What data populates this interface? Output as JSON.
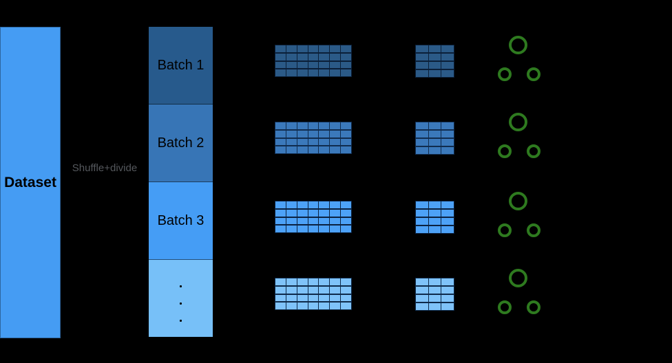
{
  "colors": {
    "background": "#000000",
    "dataset_fill": "#459cf3",
    "label_text": "#000000",
    "shuffle_text": "#55585d",
    "node_green": "#2e7a1f"
  },
  "dataset": {
    "label": "Dataset"
  },
  "shuffle": {
    "label": "Shuffle+divide"
  },
  "rows": [
    {
      "batch_label": "Batch 1",
      "is_ellipsis": false,
      "fill": "#275a8c",
      "cell_fill": "#2b5a87",
      "line": "#0b1f38"
    },
    {
      "batch_label": "Batch 2",
      "is_ellipsis": false,
      "fill": "#3775b6",
      "cell_fill": "#3b79bb",
      "line": "#102c4e"
    },
    {
      "batch_label": "Batch 3",
      "is_ellipsis": false,
      "fill": "#459df5",
      "cell_fill": "#4da2f7",
      "line": "#0b2240"
    },
    {
      "batch_label": "⋮",
      "is_ellipsis": true,
      "fill": "#77c0f8",
      "cell_fill": "#7fc3f9",
      "line": "#0e2a4a"
    }
  ],
  "grid_large": {
    "rows": 4,
    "cols": 7
  },
  "grid_small": {
    "rows": 4,
    "cols": 3
  },
  "nodes_per_cluster": 3
}
